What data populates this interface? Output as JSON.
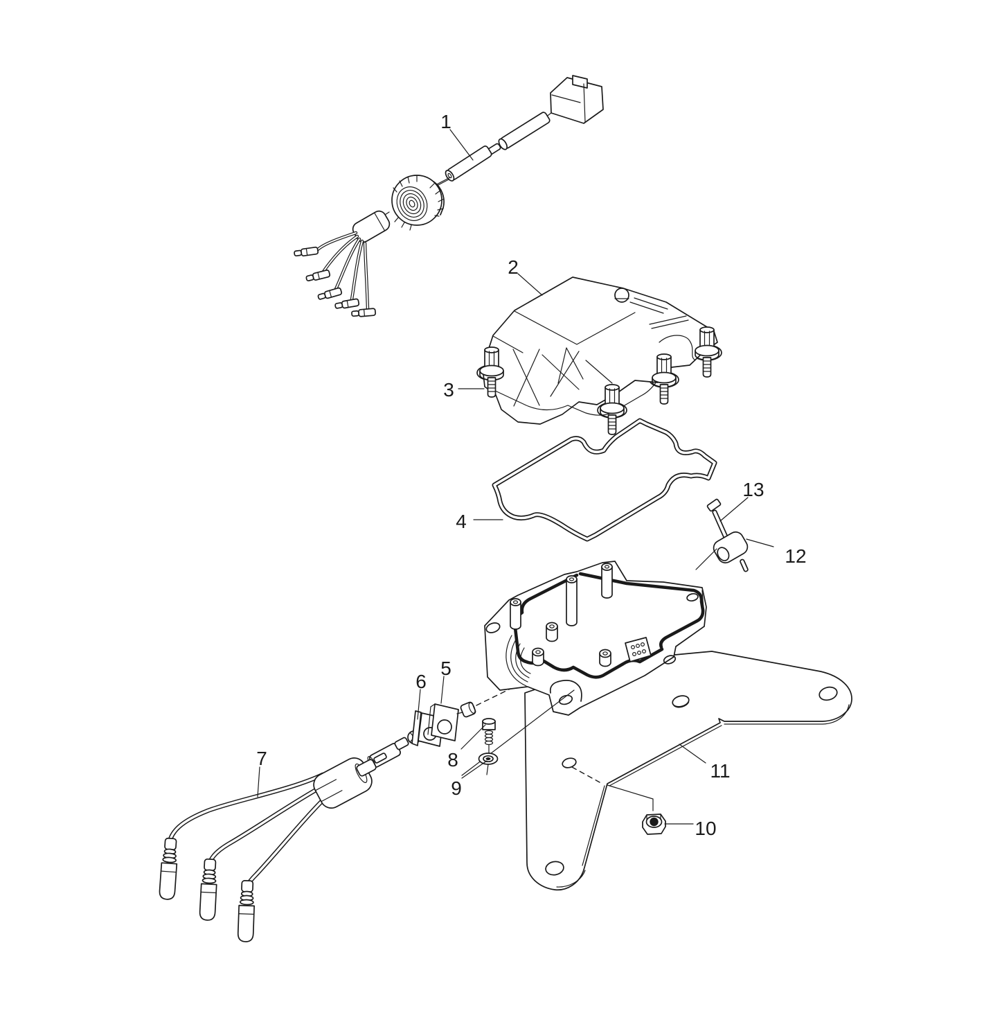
{
  "figure": {
    "kind": "exploded-parts-line-diagram",
    "background_color": "#ffffff",
    "line_color": "#1a1a1a"
  },
  "callouts": [
    {
      "number": "1",
      "part": "wiring-harness-lead"
    },
    {
      "number": "2",
      "part": "cover"
    },
    {
      "number": "3",
      "part": "cover-bolt"
    },
    {
      "number": "4",
      "part": "gasket"
    },
    {
      "number": "5",
      "part": "plate"
    },
    {
      "number": "6",
      "part": "plate-clip"
    },
    {
      "number": "7",
      "part": "spark-plug-wire-assembly"
    },
    {
      "number": "8",
      "part": "screw"
    },
    {
      "number": "9",
      "part": "washer"
    },
    {
      "number": "10",
      "part": "nut"
    },
    {
      "number": "11",
      "part": "mounting-bracket"
    },
    {
      "number": "12",
      "part": "grommet"
    },
    {
      "number": "13",
      "part": "pin"
    }
  ]
}
